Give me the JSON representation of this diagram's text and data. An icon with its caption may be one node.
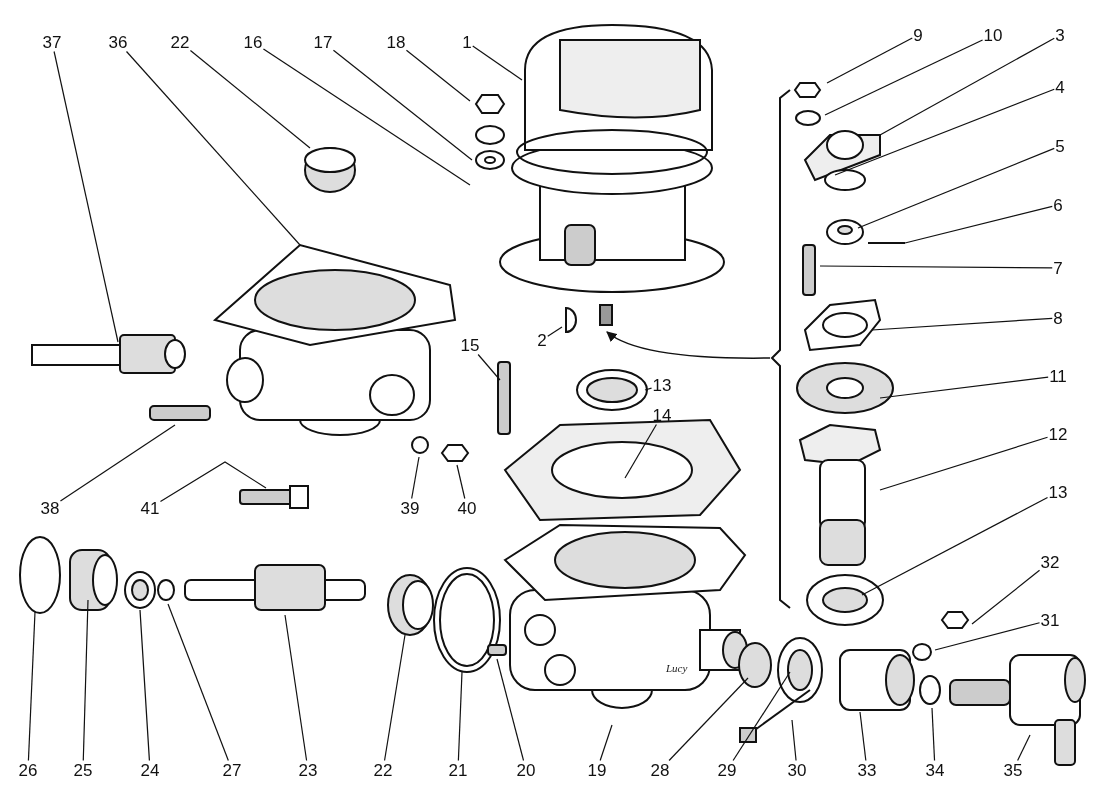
{
  "diagram": {
    "nodes": [
      {
        "text": [
          "37"
        ]
      },
      {
        "text": [
          "36"
        ]
      },
      {
        "text": [
          "22"
        ]
      },
      {
        "text": [
          "16"
        ]
      },
      {
        "text": [
          "17"
        ]
      },
      {
        "text": [
          "18"
        ]
      },
      {
        "text": [
          "1"
        ]
      },
      {
        "text": [
          "9"
        ]
      },
      {
        "text": [
          "10"
        ]
      },
      {
        "text": [
          "3"
        ]
      },
      {
        "text": [
          "4"
        ]
      },
      {
        "text": [
          "5"
        ]
      },
      {
        "text": [
          "6"
        ]
      },
      {
        "text": [
          "7"
        ]
      },
      {
        "text": [
          "8"
        ]
      },
      {
        "text": [
          "2"
        ]
      },
      {
        "text": [
          "15"
        ]
      },
      {
        "text": [
          "11"
        ]
      },
      {
        "text": [
          "13"
        ]
      },
      {
        "text": [
          "14"
        ]
      },
      {
        "text": [
          "12"
        ]
      },
      {
        "text": [
          "13"
        ]
      },
      {
        "text": [
          "38"
        ]
      },
      {
        "text": [
          "41"
        ]
      },
      {
        "text": [
          "39"
        ]
      },
      {
        "text": [
          "40"
        ]
      },
      {
        "text": [
          "32"
        ]
      },
      {
        "text": [
          "31"
        ]
      },
      {
        "text": [
          "26"
        ]
      },
      {
        "text": [
          "25"
        ]
      },
      {
        "text": [
          "24"
        ]
      },
      {
        "text": [
          "27"
        ]
      },
      {
        "text": [
          "23"
        ]
      },
      {
        "text": [
          "22"
        ]
      },
      {
        "text": [
          "21"
        ]
      },
      {
        "text": [
          "20"
        ]
      },
      {
        "text": [
          "19"
        ]
      },
      {
        "text": [
          "28"
        ]
      },
      {
        "text": [
          "29"
        ]
      },
      {
        "text": [
          "30"
        ]
      },
      {
        "text": [
          "33"
        ]
      },
      {
        "text": [
          "34"
        ]
      },
      {
        "text": [
          "35"
        ]
      }
    ],
    "edges": [
      {
        "from": 0,
        "to": null,
        "arrow": "none"
      },
      {
        "from": 1,
        "to": null,
        "arrow": "none"
      },
      {
        "from": 2,
        "to": null,
        "arrow": "none"
      },
      {
        "from": 3,
        "to": null,
        "arrow": "none"
      },
      {
        "from": 4,
        "to": null,
        "arrow": "none"
      },
      {
        "from": 5,
        "to": null,
        "arrow": "none"
      },
      {
        "from": 6,
        "to": null,
        "arrow": "none"
      },
      {
        "from": 7,
        "to": null,
        "arrow": "none"
      },
      {
        "from": 8,
        "to": null,
        "arrow": "none"
      },
      {
        "from": 9,
        "to": null,
        "arrow": "none"
      },
      {
        "from": 10,
        "to": null,
        "arrow": "none"
      },
      {
        "from": 11,
        "to": null,
        "arrow": "none"
      },
      {
        "from": 12,
        "to": null,
        "arrow": "none"
      },
      {
        "from": 13,
        "to": null,
        "arrow": "none"
      },
      {
        "from": 14,
        "to": null,
        "arrow": "none"
      },
      {
        "from": 15,
        "to": null,
        "arrow": "none"
      },
      {
        "from": 16,
        "to": null,
        "arrow": "none"
      },
      {
        "from": 17,
        "to": null,
        "arrow": "none"
      },
      {
        "from": 18,
        "to": null,
        "arrow": "none"
      },
      {
        "from": 19,
        "to": null,
        "arrow": "none"
      },
      {
        "from": 20,
        "to": null,
        "arrow": "none"
      },
      {
        "from": 21,
        "to": null,
        "arrow": "none"
      },
      {
        "from": 22,
        "to": null,
        "arrow": "none"
      },
      {
        "from": 23,
        "to": null,
        "arrow": "none"
      },
      {
        "from": 24,
        "to": null,
        "arrow": "none"
      },
      {
        "from": 25,
        "to": null,
        "arrow": "none"
      },
      {
        "from": 26,
        "to": null,
        "arrow": "none"
      },
      {
        "from": 27,
        "to": null,
        "arrow": "none"
      },
      {
        "from": 28,
        "to": null,
        "arrow": "none"
      },
      {
        "from": 29,
        "to": null,
        "arrow": "none"
      },
      {
        "from": 30,
        "to": null,
        "arrow": "none"
      },
      {
        "from": 31,
        "to": null,
        "arrow": "none"
      },
      {
        "from": 32,
        "to": null,
        "arrow": "none"
      },
      {
        "from": 33,
        "to": null,
        "arrow": "none"
      },
      {
        "from": 34,
        "to": null,
        "arrow": "none"
      },
      {
        "from": 35,
        "to": null,
        "arrow": "none"
      },
      {
        "from": 36,
        "to": null,
        "arrow": "none"
      },
      {
        "from": 37,
        "to": null,
        "arrow": "none"
      },
      {
        "from": 38,
        "to": null,
        "arrow": "none"
      },
      {
        "from": 39,
        "to": null,
        "arrow": "none"
      },
      {
        "from": 40,
        "to": null,
        "arrow": "none"
      },
      {
        "from": 41,
        "to": null,
        "arrow": "none"
      },
      {
        "from": 42,
        "to": null,
        "arrow": "none"
      }
    ],
    "labels": [
      "Lucy"
    ]
  }
}
